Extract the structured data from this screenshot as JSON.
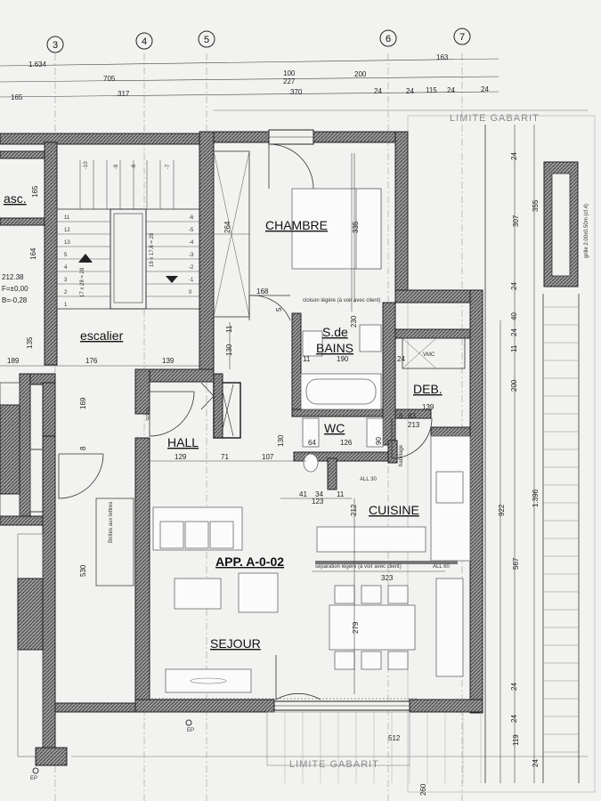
{
  "axes": {
    "a3": "3",
    "a4": "4",
    "a5": "5",
    "a6": "6",
    "a7": "7"
  },
  "dims_top": {
    "d1": "1.634",
    "d2": "705",
    "d3": "100",
    "d4": "227",
    "d5": "200",
    "d6": "163",
    "d7": "165",
    "d8": "317",
    "d9": "370",
    "d10": "24",
    "d11": "24",
    "d12": "115",
    "d13": "24",
    "d14": "24"
  },
  "limite_top": "LIMITE GABARIT",
  "limite_bottom": "LIMITE GABARIT",
  "rooms": {
    "chambre": "CHAMBRE",
    "sdb_1": "S.de",
    "sdb_2": "BAINS",
    "deb": "DEB.",
    "wc": "WC",
    "hall": "HALL",
    "cuisine": "CUISINE",
    "sejour": "SEJOUR",
    "escalier": "escalier",
    "asc": "asc."
  },
  "apartment": "APP. A-0-02",
  "left_info": {
    "l1": "212.38",
    "l2": "F=±0,00",
    "l3": "B=-0,28"
  },
  "stairs_left": [
    "11",
    "12",
    "13",
    "5",
    "4",
    "3",
    "2",
    "1"
  ],
  "stairs_right": [
    "-6",
    "-5",
    "-4",
    "-3",
    "-2",
    "-1",
    "0"
  ],
  "stair_top": [
    "-10",
    "-9",
    "-8",
    "-7"
  ],
  "stair_txt": {
    "s1": "19 x 17,6 = 28",
    "s2": "17 x 28 = 28"
  },
  "dims_inner": {
    "c264": "264",
    "c335": "335",
    "c168": "168",
    "c5": "5",
    "c230": "230",
    "c24a": "24",
    "c190": "190",
    "c11a": "11",
    "c130a": "130",
    "c11b": "11",
    "c139a": "139",
    "c176": "176",
    "c189": "189",
    "c139b": "139",
    "c83": "83",
    "c6": "6",
    "c213": "213",
    "c139c": "139",
    "c90": "90",
    "c64": "64",
    "c126": "126",
    "c129": "129",
    "c71": "71",
    "c107": "107",
    "c130b": "130",
    "c34": "34",
    "c123": "123",
    "c11c": "11",
    "c41": "41",
    "c212": "212",
    "c323": "323",
    "c279": "279",
    "c512": "512",
    "c530": "530",
    "c8": "8",
    "c169": "169",
    "c135": "135",
    "c165": "165",
    "c164": "164"
  },
  "dims_right": {
    "r24a": "24",
    "r307": "307",
    "r355": "355",
    "r24b": "24",
    "r40": "40",
    "r24c": "24",
    "r11": "11",
    "r200": "200",
    "r1396": "1.396",
    "r922": "922",
    "r567": "567",
    "r24d": "24",
    "r24e": "24",
    "r119": "119",
    "r260": "260",
    "r24f": "24"
  },
  "notes": {
    "cloison1": "cloison légère (à voir avec client)",
    "cloison2": "séparation légère (à voir avec client)",
    "vmc": "VMC",
    "boites": "Boîtes aux lettres",
    "grille": "grille 2.00x0.50m (cf.4)",
    "ep1": "EP",
    "ep2": "EP",
    "all30": "ALL 30",
    "all60": "ALL 60",
    "ebr": "E30S",
    "ht": "habillage"
  }
}
